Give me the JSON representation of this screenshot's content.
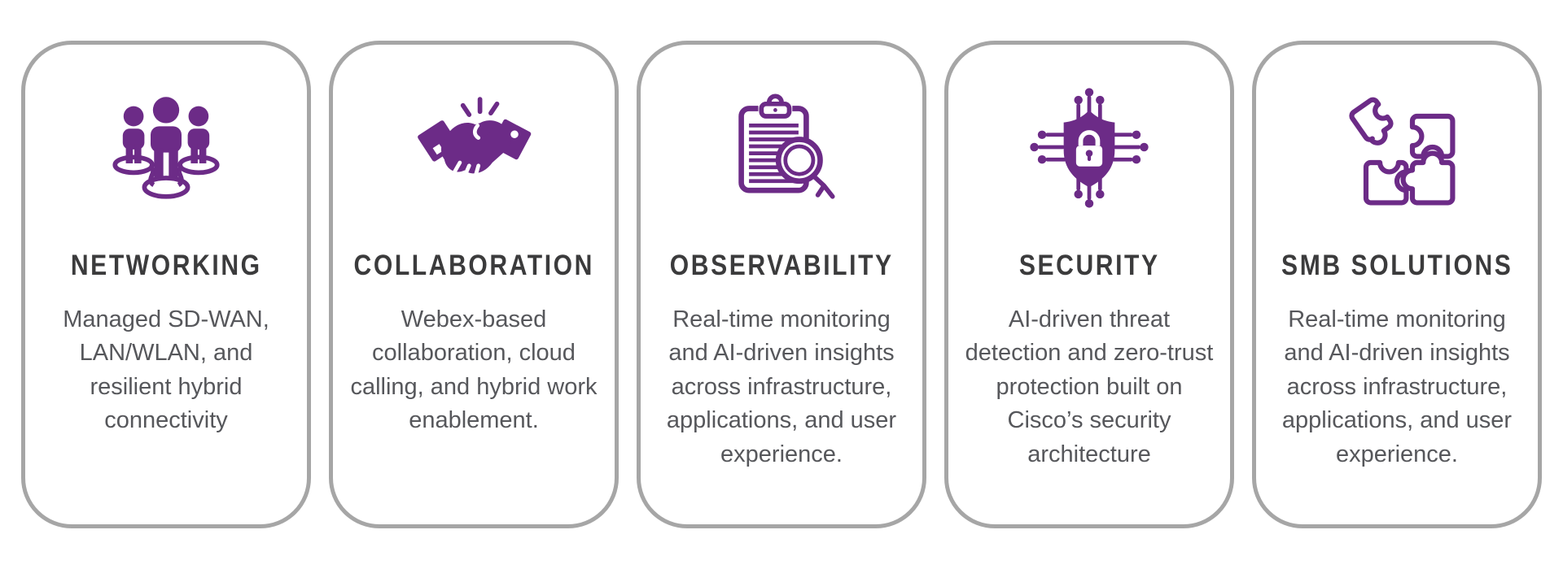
{
  "theme": {
    "accent_purple": "#6c2b87",
    "title_color": "#3b3b3c",
    "body_color": "#56575b",
    "card_border_color": "#a6a6a6",
    "background": "#ffffff"
  },
  "cards": [
    {
      "title": "NETWORKING",
      "description": "Managed SD-WAN, LAN/WLAN, and resilient hybrid connectivity",
      "icon": "people-network-icon"
    },
    {
      "title": "COLLABORATION",
      "description": "Webex-based collaboration, cloud calling, and hybrid work enablement.",
      "icon": "handshake-icon"
    },
    {
      "title": "OBSERVABILITY",
      "description": "Real-time monitoring and AI-driven insights across infrastructure, applications, and user experience.",
      "icon": "clipboard-magnifier-icon"
    },
    {
      "title": "SECURITY",
      "description": "AI-driven threat detection and zero-trust protection built on Cisco’s security architecture",
      "icon": "shield-circuit-icon"
    },
    {
      "title": "SMB SOLUTIONS",
      "description": "Real-time monitoring and AI-driven insights across infrastructure, applications, and user experience.",
      "icon": "puzzle-icon"
    }
  ]
}
